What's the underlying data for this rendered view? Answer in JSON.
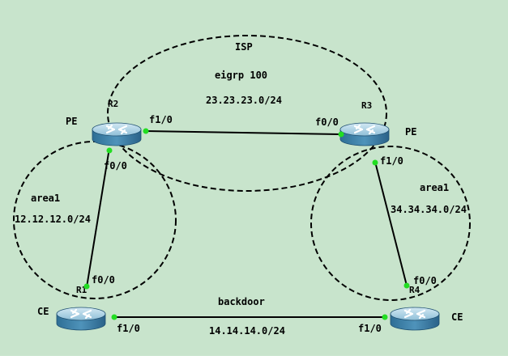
{
  "colors": {
    "background": "#c8e4cc",
    "port_dot": "#22dd22",
    "router_body": "#3d7fa5",
    "router_top": "#a9cfe3",
    "link": "#000000"
  },
  "areas": {
    "isp": {
      "label": "ISP",
      "protocol": "eigrp 100",
      "subnet": "23.23.23.0/24"
    },
    "left": {
      "label": "area1",
      "subnet": "12.12.12.0/24"
    },
    "right": {
      "label": "area1",
      "subnet": "34.34.34.0/24"
    }
  },
  "routers": {
    "r2": {
      "name": "R2",
      "role": "PE"
    },
    "r3": {
      "name": "R3",
      "role": "PE"
    },
    "r1": {
      "name": "R1",
      "role": "CE"
    },
    "r4": {
      "name": "R4",
      "role": "CE"
    }
  },
  "links": {
    "r2_r3": {
      "r2_port": "f1/0",
      "r3_port": "f0/0"
    },
    "r2_r1": {
      "r2_port": "f0/0",
      "r1_port": "f0/0"
    },
    "r3_r4": {
      "r3_port": "f1/0",
      "r4_port": "f0/0"
    },
    "r1_r4": {
      "label": "backdoor",
      "subnet": "14.14.14.0/24",
      "r1_port": "f1/0",
      "r4_port": "f1/0"
    }
  },
  "icons": {
    "router": "router-icon"
  }
}
